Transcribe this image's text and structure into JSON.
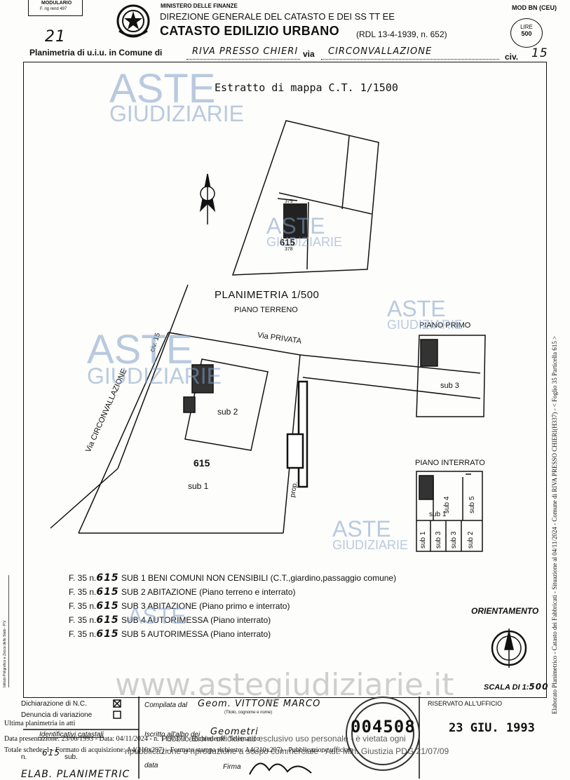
{
  "header": {
    "modulario_label": "MODULARIO",
    "modulario_sub": "F. rig rend 497",
    "ministry": "MINISTERO DELLE FINANZE",
    "directorate": "DIREZIONE GENERALE DEL CATASTO E DEI SS TT EE",
    "catasto_title": "CATASTO EDILIZIO URBANO",
    "law_ref": "(RDL 13-4-1939, n. 652)",
    "mod_code": "MOD BN (CEU)",
    "stamp_lire": "LIRE",
    "stamp_value": "500",
    "sheet_number": "21",
    "planimetria_prefix": "Planimetria di u.i.u. in Comune di",
    "comune": "RIVA PRESSO CHIERI",
    "via_label": "via",
    "via_value": "CIRCONVALLAZIONE",
    "civ_label": "civ.",
    "civ_value": "15"
  },
  "drawing": {
    "extract_title": "Estratto di mappa C.T. 1/1500",
    "parcel_number": "615",
    "parcel_small_top": "379",
    "parcel_small_bottom": "378",
    "planimetria_title": "PLANIMETRIA 1/500",
    "piano_terreno": "PIANO TERRENO",
    "via_privata": "Via PRIVATA",
    "civ_15": "civ. 15",
    "via_circonvallazione": "Via CIRCONVALLAZIONE",
    "sub2": "sub 2",
    "lot_number": "615",
    "sub1": "sub 1",
    "prop": "prop.",
    "piano_primo": "PIANO PRIMO",
    "sub3": "sub 3",
    "piano_interrato": "PIANO INTERRATO",
    "sub4": "sub 4",
    "sub5": "sub 5",
    "sub1b": "sub 1",
    "basement_subs": [
      "sub 1",
      "sub 3",
      "sub 3",
      "sub 2"
    ],
    "orientamento": "ORIENTAMENTO",
    "scala": "SCALA DI 1:",
    "scala_value": "500"
  },
  "legend": [
    {
      "f": "F. 35",
      "n": "n.",
      "num": "615",
      "text": "SUB 1 BENI COMUNI NON CENSIBILI (C.T.,giardino,passaggio comune)"
    },
    {
      "f": "F. 35",
      "n": "n.",
      "num": "615",
      "text": "SUB 2 ABITAZIONE (Piano terreno e interrato)"
    },
    {
      "f": "F. 35",
      "n": "n.",
      "num": "615",
      "text": "SUB 3 ABITAZIONE (Piano primo e interrato)"
    },
    {
      "f": "F. 35",
      "n": "n.",
      "num": "615",
      "text": "SUB 4 AUTORIMESSA (Piano interrato)"
    },
    {
      "f": "F. 35",
      "n": "n.",
      "num": "615",
      "text": "SUB 5 AUTORIMESSA (Piano interrato)"
    }
  ],
  "footer": {
    "dichiarazione": "Dichiarazione di N.C.",
    "denuncia": "Denuncia di variazione",
    "identificativi": "Identificativi catastali",
    "n_label": "n.",
    "n_value": "615",
    "sub_label": "sub.",
    "compilata_label": "Compilata dal",
    "compilata_value": "Geom. VITTONE MARCO",
    "titolo_hint": "(Titolo, cognome e nome)",
    "iscritto_label": "Iscritto all'albo dei",
    "iscritto_value": "Geometri",
    "data_label": "data",
    "firma_label": "Firma",
    "riservato": "RISERVATO ALL'UFFICIO",
    "protocol_number": "004508",
    "protocol_date": "23 GIU. 1993",
    "bottom_scrawl": "ELAB. PLANIMETRIC"
  },
  "overlay": {
    "ultima": "Ultima planimetria in atti",
    "presentazione": "Data presentazione: 23/06/1993 - Data: 04/11/2024 - n. T197373 - Richiedente: Telematico",
    "totale": "Totale schede: 1 - Formato di acquisizione: A4(210x297) - Formato stampa richiesto: A4(210x297) - Pubblicazione ufficiale",
    "pubblicazione": "Pubblicazione ufficiale ad esclusivo uso personale - è vietata ogni",
    "ripubblicazione": "ripubblicazione o riproduzione a scopo commerciale - Aut. Min. Giustizia PDG 21/07/09",
    "side_text": "Elaborato Planimetrico - Catasto dei Fabbricati - Situazione al 04/11/2024 - Comune di RIVA PRESSO CHIERI(H337) - < Foglio 35 Particella 615 >",
    "website": "www.astegiudiziarie.it",
    "aste": "ASTE",
    "giudiziarie": "GIUDIZIARIE",
    "sidebar_small": "Istituto Poligrafico e Zecca dello Stato - P.V."
  }
}
